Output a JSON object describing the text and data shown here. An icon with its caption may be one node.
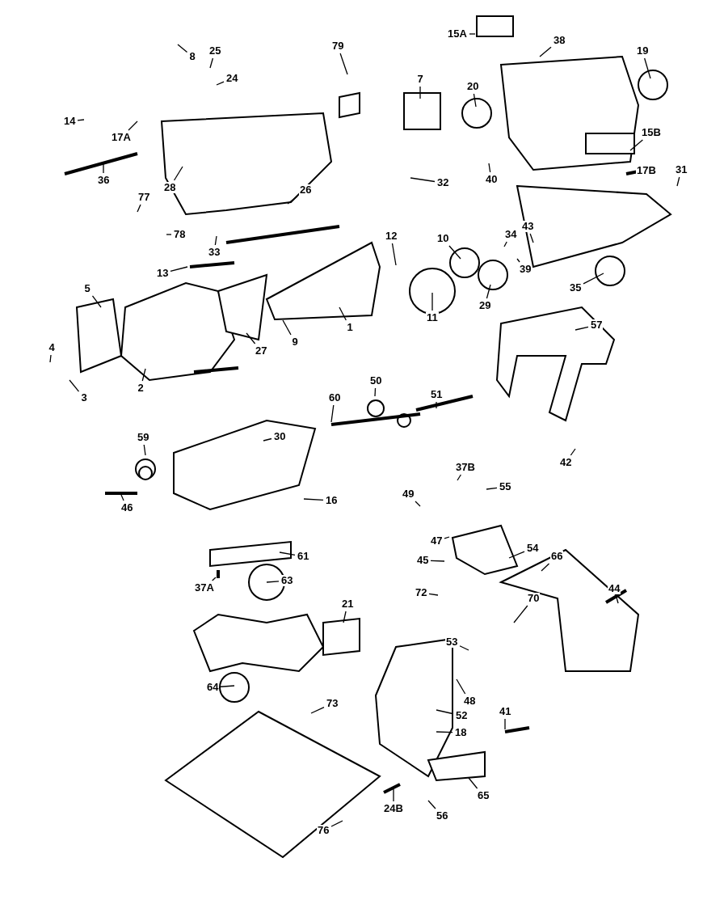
{
  "diagram": {
    "nodes": [
      {
        "text": [
          "8"
        ]
      },
      {
        "text": [
          "25"
        ]
      },
      {
        "text": [
          "24"
        ]
      },
      {
        "text": [
          "14"
        ]
      },
      {
        "text": [
          "17A"
        ]
      },
      {
        "text": [
          "79"
        ]
      },
      {
        "text": [
          "7"
        ]
      },
      {
        "text": [
          "20"
        ]
      },
      {
        "text": [
          "15A"
        ]
      },
      {
        "text": [
          "38"
        ]
      },
      {
        "text": [
          "19"
        ]
      },
      {
        "text": [
          "15B"
        ]
      },
      {
        "text": [
          "32"
        ]
      },
      {
        "text": [
          "40"
        ]
      },
      {
        "text": [
          "36"
        ]
      },
      {
        "text": [
          "28"
        ]
      },
      {
        "text": [
          "77"
        ]
      },
      {
        "text": [
          "78"
        ]
      },
      {
        "text": [
          "33"
        ]
      },
      {
        "text": [
          "26"
        ]
      },
      {
        "text": [
          "17B"
        ]
      },
      {
        "text": [
          "31"
        ]
      },
      {
        "text": [
          "12"
        ]
      },
      {
        "text": [
          "10"
        ]
      },
      {
        "text": [
          "34"
        ]
      },
      {
        "text": [
          "43"
        ]
      },
      {
        "text": [
          "39"
        ]
      },
      {
        "text": [
          "29"
        ]
      },
      {
        "text": [
          "35"
        ]
      },
      {
        "text": [
          "11"
        ]
      },
      {
        "text": [
          "13"
        ]
      },
      {
        "text": [
          "5"
        ]
      },
      {
        "text": [
          "1"
        ]
      },
      {
        "text": [
          "9"
        ]
      },
      {
        "text": [
          "27"
        ]
      },
      {
        "text": [
          "57"
        ]
      },
      {
        "text": [
          "4"
        ]
      },
      {
        "text": [
          "3"
        ]
      },
      {
        "text": [
          "2"
        ]
      },
      {
        "text": [
          "60"
        ]
      },
      {
        "text": [
          "50"
        ]
      },
      {
        "text": [
          "51"
        ]
      },
      {
        "text": [
          "30"
        ]
      },
      {
        "text": [
          "59"
        ]
      },
      {
        "text": [
          "42"
        ]
      },
      {
        "text": [
          "37B"
        ]
      },
      {
        "text": [
          "55"
        ]
      },
      {
        "text": [
          "46"
        ]
      },
      {
        "text": [
          "16"
        ]
      },
      {
        "text": [
          "49"
        ]
      },
      {
        "text": [
          "47"
        ]
      },
      {
        "text": [
          "54"
        ]
      },
      {
        "text": [
          "45"
        ]
      },
      {
        "text": [
          "61"
        ]
      },
      {
        "text": [
          "66"
        ]
      },
      {
        "text": [
          "37A"
        ]
      },
      {
        "text": [
          "63"
        ]
      },
      {
        "text": [
          "72"
        ]
      },
      {
        "text": [
          "70"
        ]
      },
      {
        "text": [
          "44"
        ]
      },
      {
        "text": [
          "21"
        ]
      },
      {
        "text": [
          "53"
        ]
      },
      {
        "text": [
          "48"
        ]
      },
      {
        "text": [
          "64"
        ]
      },
      {
        "text": [
          "41"
        ]
      },
      {
        "text": [
          "52"
        ]
      },
      {
        "text": [
          "73"
        ]
      },
      {
        "text": [
          "18"
        ]
      },
      {
        "text": [
          "65"
        ]
      },
      {
        "text": [
          "24B"
        ]
      },
      {
        "text": [
          "56"
        ]
      },
      {
        "text": [
          "76"
        ]
      }
    ],
    "edges": [
      {
        "from": 0,
        "to": null,
        "arrow": "none"
      },
      {
        "from": 1,
        "to": null,
        "arrow": "none"
      },
      {
        "from": 2,
        "to": null,
        "arrow": "none"
      },
      {
        "from": 3,
        "to": null,
        "arrow": "none"
      },
      {
        "from": 4,
        "to": null,
        "arrow": "none"
      },
      {
        "from": 5,
        "to": null,
        "arrow": "none"
      },
      {
        "from": 6,
        "to": null,
        "arrow": "none"
      },
      {
        "from": 7,
        "to": null,
        "arrow": "none"
      },
      {
        "from": 8,
        "to": null,
        "arrow": "none"
      },
      {
        "from": 9,
        "to": null,
        "arrow": "none"
      },
      {
        "from": 10,
        "to": null,
        "arrow": "none"
      },
      {
        "from": 11,
        "to": null,
        "arrow": "none"
      },
      {
        "from": 12,
        "to": null,
        "arrow": "none"
      },
      {
        "from": 13,
        "to": null,
        "arrow": "none"
      },
      {
        "from": 14,
        "to": null,
        "arrow": "none"
      },
      {
        "from": 15,
        "to": null,
        "arrow": "none"
      },
      {
        "from": 16,
        "to": null,
        "arrow": "none"
      },
      {
        "from": 17,
        "to": null,
        "arrow": "none"
      },
      {
        "from": 18,
        "to": null,
        "arrow": "none"
      },
      {
        "from": 19,
        "to": null,
        "arrow": "none"
      },
      {
        "from": 20,
        "to": null,
        "arrow": "none"
      },
      {
        "from": 21,
        "to": null,
        "arrow": "none"
      },
      {
        "from": 22,
        "to": null,
        "arrow": "none"
      },
      {
        "from": 23,
        "to": null,
        "arrow": "none"
      },
      {
        "from": 24,
        "to": null,
        "arrow": "none"
      },
      {
        "from": 25,
        "to": null,
        "arrow": "none"
      },
      {
        "from": 26,
        "to": null,
        "arrow": "none"
      },
      {
        "from": 27,
        "to": null,
        "arrow": "none"
      },
      {
        "from": 28,
        "to": null,
        "arrow": "none"
      },
      {
        "from": 29,
        "to": null,
        "arrow": "none"
      },
      {
        "from": 30,
        "to": null,
        "arrow": "none"
      },
      {
        "from": 31,
        "to": null,
        "arrow": "none"
      },
      {
        "from": 32,
        "to": null,
        "arrow": "none"
      },
      {
        "from": 33,
        "to": null,
        "arrow": "none"
      },
      {
        "from": 34,
        "to": null,
        "arrow": "none"
      },
      {
        "from": 35,
        "to": null,
        "arrow": "none"
      },
      {
        "from": 36,
        "to": null,
        "arrow": "none"
      },
      {
        "from": 37,
        "to": null,
        "arrow": "none"
      },
      {
        "from": 38,
        "to": null,
        "arrow": "none"
      },
      {
        "from": 39,
        "to": null,
        "arrow": "none"
      },
      {
        "from": 40,
        "to": null,
        "arrow": "none"
      },
      {
        "from": 41,
        "to": null,
        "arrow": "none"
      },
      {
        "from": 42,
        "to": null,
        "arrow": "none"
      },
      {
        "from": 43,
        "to": null,
        "arrow": "none"
      },
      {
        "from": 44,
        "to": null,
        "arrow": "none"
      },
      {
        "from": 45,
        "to": null,
        "arrow": "none"
      },
      {
        "from": 46,
        "to": null,
        "arrow": "none"
      },
      {
        "from": 47,
        "to": null,
        "arrow": "none"
      },
      {
        "from": 48,
        "to": null,
        "arrow": "none"
      },
      {
        "from": 49,
        "to": null,
        "arrow": "none"
      },
      {
        "from": 50,
        "to": null,
        "arrow": "none"
      },
      {
        "from": 51,
        "to": null,
        "arrow": "none"
      },
      {
        "from": 52,
        "to": null,
        "arrow": "none"
      },
      {
        "from": 53,
        "to": null,
        "arrow": "none"
      },
      {
        "from": 54,
        "to": null,
        "arrow": "none"
      },
      {
        "from": 55,
        "to": null,
        "arrow": "none"
      },
      {
        "from": 56,
        "to": null,
        "arrow": "none"
      },
      {
        "from": 57,
        "to": null,
        "arrow": "none"
      },
      {
        "from": 58,
        "to": null,
        "arrow": "none"
      },
      {
        "from": 59,
        "to": null,
        "arrow": "none"
      },
      {
        "from": 60,
        "to": null,
        "arrow": "none"
      },
      {
        "from": 61,
        "to": null,
        "arrow": "none"
      },
      {
        "from": 62,
        "to": null,
        "arrow": "none"
      },
      {
        "from": 63,
        "to": null,
        "arrow": "none"
      },
      {
        "from": 64,
        "to": null,
        "arrow": "none"
      },
      {
        "from": 65,
        "to": null,
        "arrow": "none"
      },
      {
        "from": 66,
        "to": null,
        "arrow": "none"
      },
      {
        "from": 67,
        "to": null,
        "arrow": "none"
      },
      {
        "from": 68,
        "to": null,
        "arrow": "none"
      },
      {
        "from": 69,
        "to": null,
        "arrow": "none"
      },
      {
        "from": 70,
        "to": null,
        "arrow": "none"
      },
      {
        "from": 71,
        "to": null,
        "arrow": "none"
      }
    ]
  }
}
